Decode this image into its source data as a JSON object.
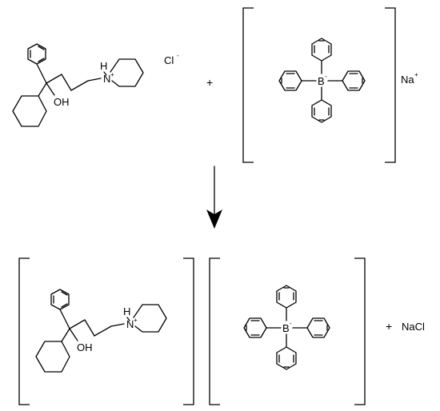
{
  "reactants": {
    "chloride_label": "Cl",
    "chloride_charge": "-",
    "plus": "+",
    "sodium_label": "Na",
    "sodium_charge": "+"
  },
  "molecules": {
    "hydroxyl_label": "OH",
    "ammonium_h": "H",
    "ammonium_n": "N",
    "ammonium_charge": "+",
    "boron_label": "B",
    "boron_charge": "-"
  },
  "products": {
    "plus": "+",
    "byproduct": "NaCl"
  }
}
